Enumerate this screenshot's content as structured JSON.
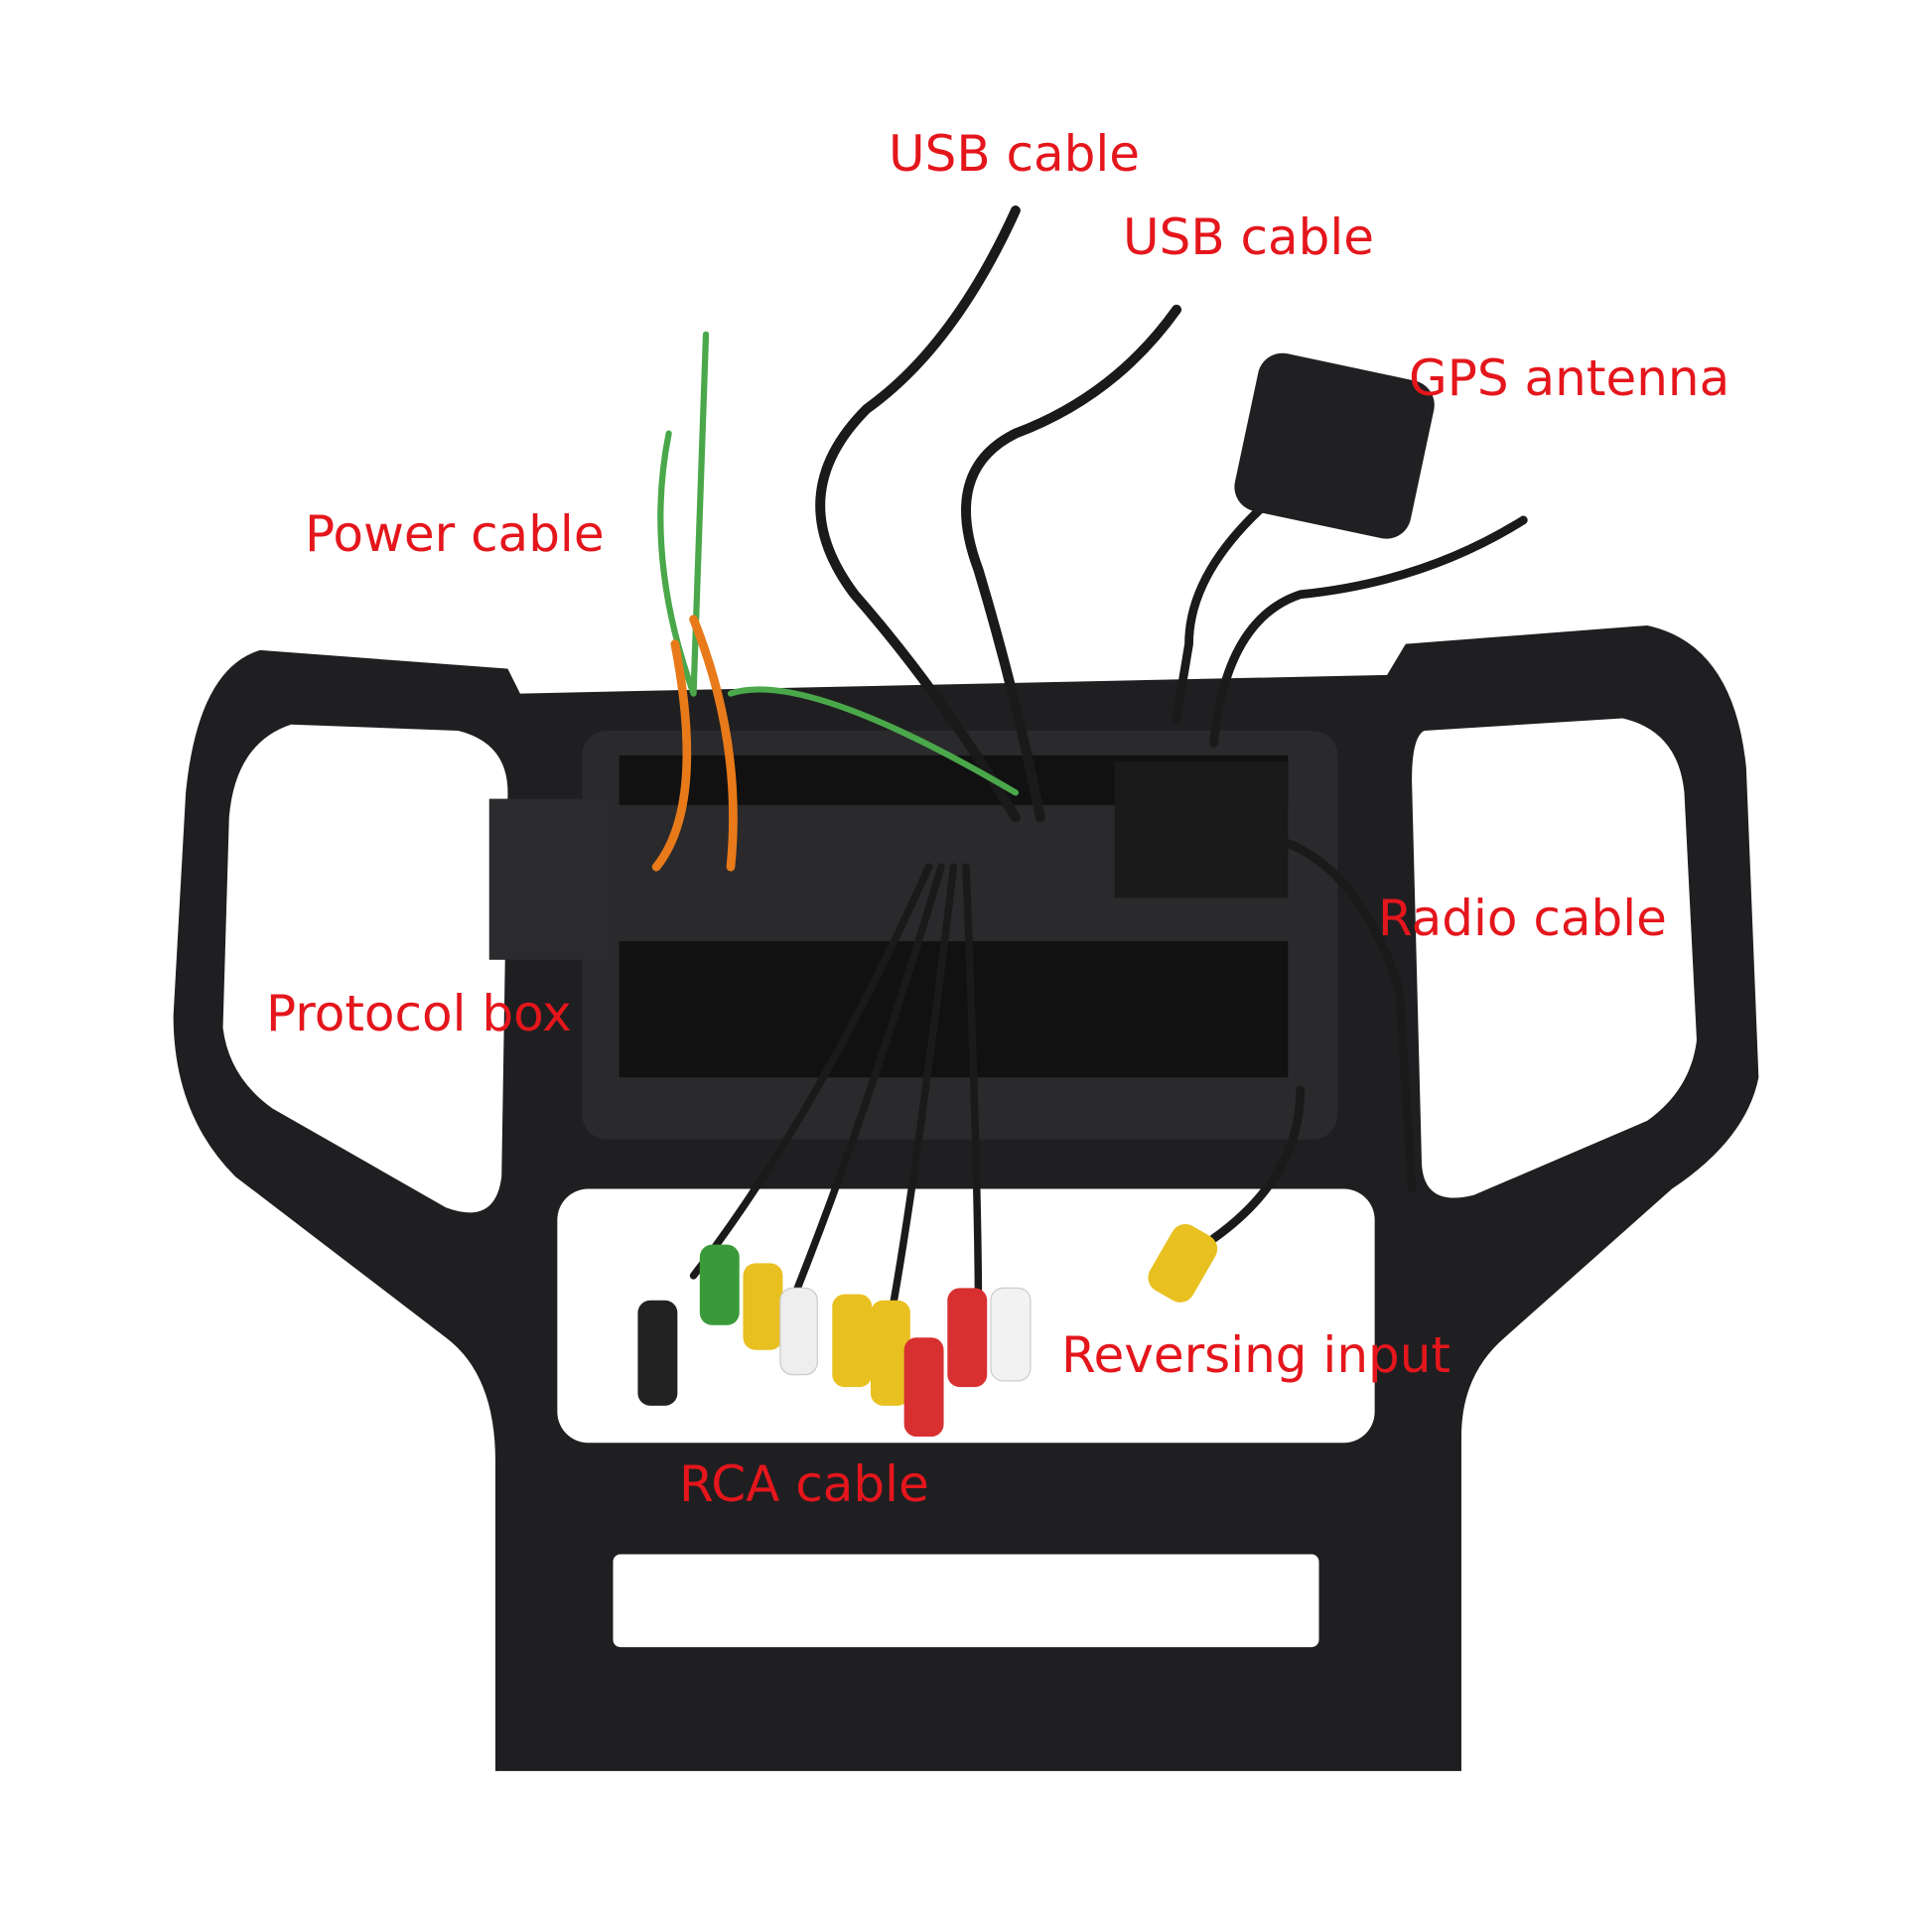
{
  "labels": {
    "usb_cable_1": "USB cable",
    "usb_cable_2": "USB cable",
    "gps_antenna": "GPS antenna",
    "power_cable": "Power cable",
    "radio_cable": "Radio cable",
    "protocol_box": "Protocol box",
    "reversing_input": "Reversing input",
    "rca_cable": "RCA cable"
  },
  "colors": {
    "label": "#e4161c",
    "frame": "#1c1c1e",
    "background": "#ffffff"
  }
}
